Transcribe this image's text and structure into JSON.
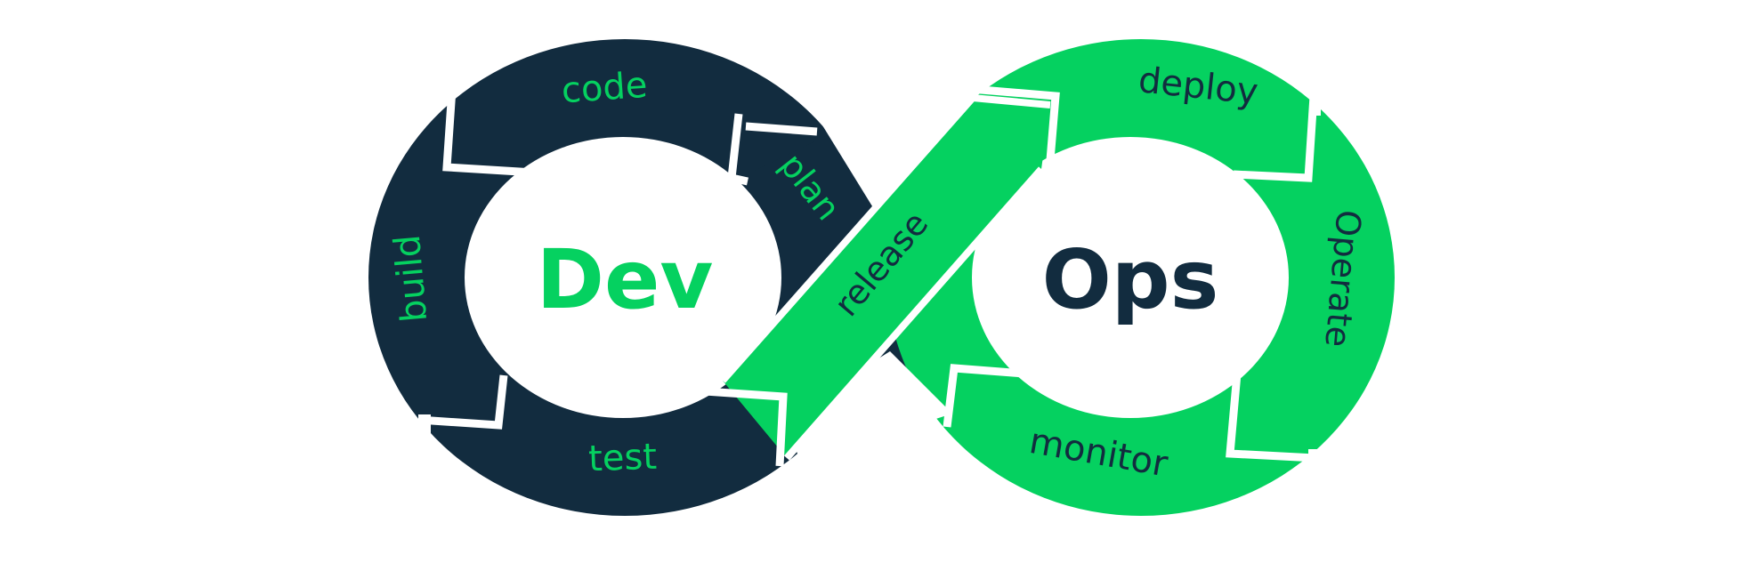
{
  "colors": {
    "dev": "#122c3f",
    "ops": "#05d160",
    "background": "#ffffff"
  },
  "center": {
    "dev": "Dev",
    "ops": "Ops"
  },
  "stages": {
    "code": "code",
    "plan": "plan",
    "build": "build",
    "test": "test",
    "release": "release",
    "deploy": "deploy",
    "operate": "Operate",
    "monitor": "monitor"
  }
}
